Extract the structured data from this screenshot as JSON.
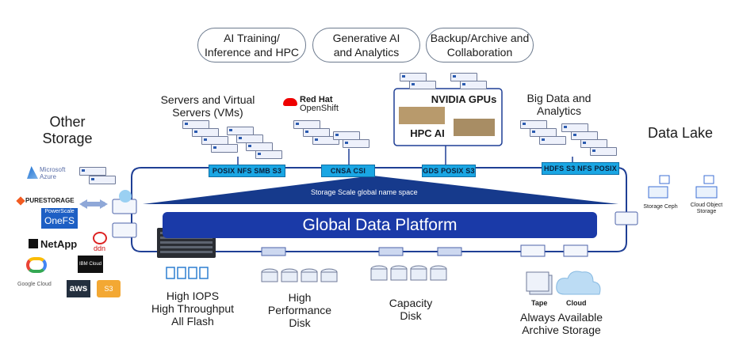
{
  "use_cases": [
    "AI Training/\nInference and HPC",
    "Generative AI\nand Analytics",
    "Backup/Archive and\nCollaboration"
  ],
  "sections": {
    "other_storage": "Other\nStorage",
    "data_lake": "Data Lake",
    "servers": "Servers and Virtual\nServers (VMs)",
    "big_data": "Big Data  and\nAnalytics",
    "nvidia": "NVIDIA GPUs",
    "hpc_ai": "HPC AI"
  },
  "openshift": {
    "line1": "Red Hat",
    "line2": "OpenShift"
  },
  "protocol_tags": [
    "POSIX NFS  SMB  S3",
    "CNSA   CSI",
    "GDS POSIX S3",
    "HDFS  S3  NFS POSIX"
  ],
  "namespace_label": "Storage Scale global name space",
  "platform_label": "Global Data Platform",
  "tiers": {
    "flash": "High IOPS\nHigh Throughput\nAll Flash",
    "performance": "High\nPerformance\nDisk",
    "capacity": "Capacity\nDisk",
    "archive": "Always Available\nArchive Storage",
    "tape": "Tape",
    "cloud": "Cloud"
  },
  "data_lake_items": [
    "Storage Ceph",
    "Cloud Object\nStorage"
  ],
  "vendors": {
    "azure": "Microsoft\nAzure",
    "purestorage": "PURESTORAGE",
    "powerscale": "PowerScale",
    "onefs": "OneFS",
    "netapp": "NetApp",
    "ddn": "ddn",
    "google": "Google Cloud",
    "ibm_cloud": "IBM Cloud",
    "aws": "aws",
    "s3": "S3"
  },
  "colors": {
    "platform": "#1a3aa8",
    "tag": "#1aa6e3",
    "ring": "#1f3f95",
    "namespace": "#163a8c"
  }
}
